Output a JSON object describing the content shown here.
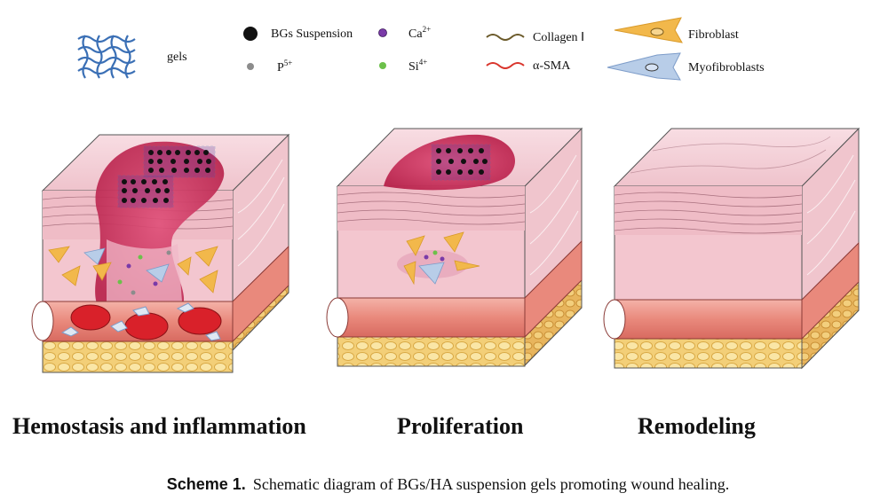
{
  "legend": {
    "gels": "gels",
    "bgs_suspension": "BGs Suspension",
    "p_label": "P",
    "p_sup": "5+",
    "ca_label": "Ca",
    "ca_sup": "2+",
    "si_label": "Si",
    "si_sup": "4+",
    "collagen": "Collagen Ⅰ",
    "asma": "α-SMA",
    "fibroblast": "Fibroblast",
    "myofibroblasts": "Myofibroblasts"
  },
  "stages": {
    "stage1": "Hemostasis and inflammation",
    "stage2": "Proliferation",
    "stage3": "Remodeling"
  },
  "caption": {
    "label": "Scheme 1.",
    "text": "Schematic diagram of BGs/HA suspension gels promoting wound healing."
  },
  "colors": {
    "gel_blue": "#3a6fb5",
    "bgs_black": "#111111",
    "p_gray": "#8c8c8c",
    "ca_purple": "#7a3aa8",
    "si_green": "#6cc04a",
    "collagen_olive": "#6b5a2a",
    "asma_red": "#d9342b",
    "fibroblast_orange": "#f2b84b",
    "myofibroblast_blue": "#b8cde8",
    "wound_magenta": "#c8305a",
    "skin_pink": "#f6cdd6",
    "dermis_pink": "#f3c6cf",
    "fat_yellow": "#f6d98a",
    "vessel_red": "#d9212a"
  }
}
